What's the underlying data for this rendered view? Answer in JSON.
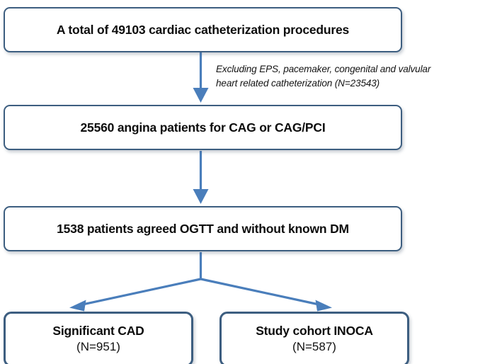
{
  "diagram": {
    "type": "flowchart",
    "orientation": "top-down",
    "colors": {
      "box_border": "#3D5E80",
      "box_fill": "#FFFFFF",
      "arrow": "#4A7EBB",
      "text": "#0D0D0D"
    },
    "nodes": [
      {
        "id": "total-procedures",
        "title": "A total of 49103 cardiac catheterization procedures",
        "subtitle": "",
        "count": 49103,
        "level": 1
      },
      {
        "id": "angina-patients",
        "title": "25560 angina patients for CAG or CAG/PCI",
        "subtitle": "",
        "count": 25560,
        "level": 2
      },
      {
        "id": "ogtt-patients",
        "title": "1538 patients agreed OGTT and without known DM",
        "subtitle": "",
        "count": 1538,
        "level": 3
      },
      {
        "id": "significant-cad",
        "title": "Significant CAD",
        "subtitle": "(N=951)",
        "count": 951,
        "level": 4
      },
      {
        "id": "study-cohort-inoca",
        "title": "Study cohort INOCA",
        "subtitle": "(N=587)",
        "count": 587,
        "level": 4
      }
    ],
    "annotations": [
      {
        "id": "exclusion-note",
        "line1": "Excluding EPS, pacemaker, congenital and valvular",
        "line2": "heart related catheterization  (N=23543)",
        "excluded_count": 23543
      }
    ],
    "edges": [
      {
        "id": "edge-1",
        "from": "total-procedures",
        "to": "angina-patients",
        "style": "arrow-down"
      },
      {
        "id": "edge-2",
        "from": "angina-patients",
        "to": "ogtt-patients",
        "style": "arrow-down"
      },
      {
        "id": "edge-3",
        "from": "ogtt-patients",
        "to": "significant-cad",
        "style": "arrow-diagonal-left"
      },
      {
        "id": "edge-4",
        "from": "ogtt-patients",
        "to": "study-cohort-inoca",
        "style": "arrow-diagonal-right"
      }
    ]
  }
}
